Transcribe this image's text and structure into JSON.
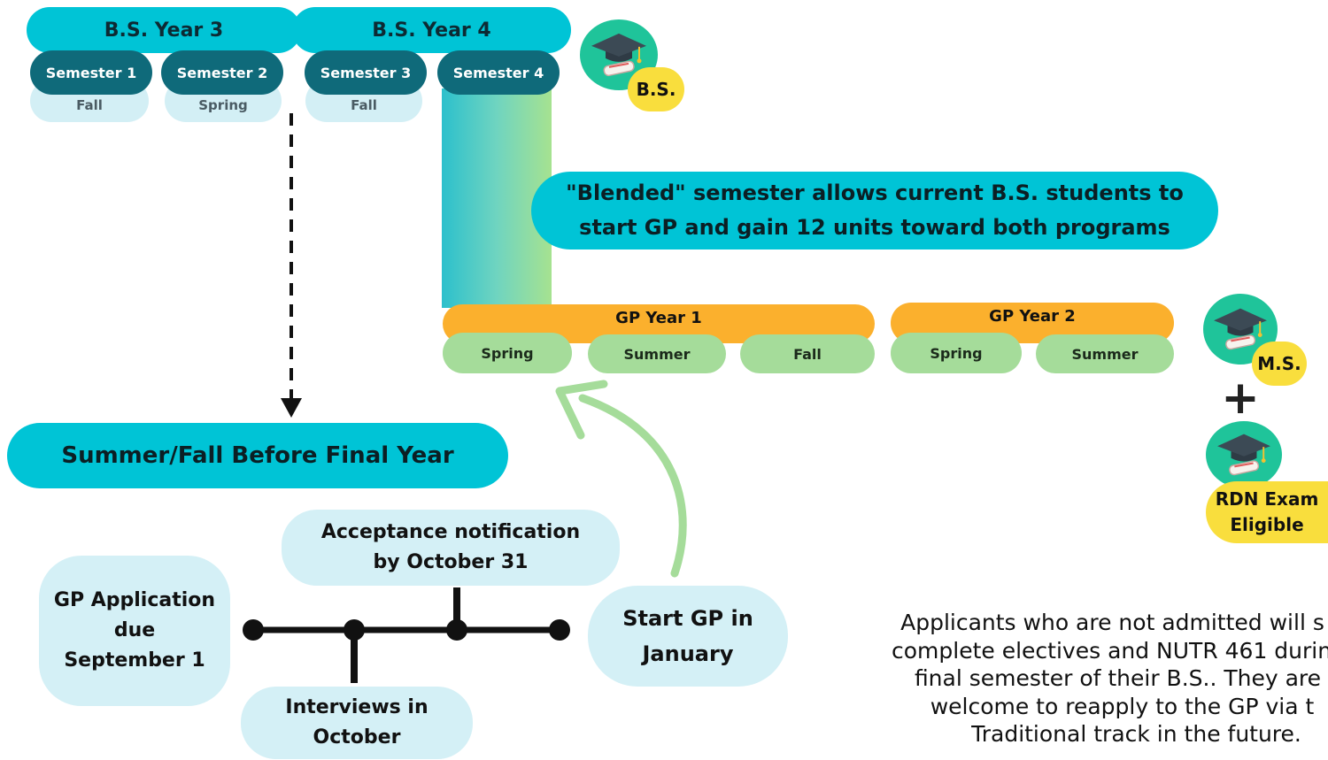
{
  "top": {
    "year3_label": "B.S. Year 3",
    "year4_label": "B.S. Year 4",
    "semesters": [
      {
        "label": "Semester 1",
        "term": "Fall"
      },
      {
        "label": "Semester 2",
        "term": "Spring"
      },
      {
        "label": "Semester 3",
        "term": "Fall"
      },
      {
        "label": "Semester 4",
        "term": ""
      }
    ],
    "bs_badge": "B.S."
  },
  "blended_note": "\"Blended\" semester allows current B.S. students to start GP and gain 12 units toward both programs",
  "gp": {
    "year1_label": "GP Year 1",
    "year2_label": "GP Year 2",
    "year1_terms": [
      "Spring",
      "Summer",
      "Fall"
    ],
    "year2_terms": [
      "Spring",
      "Summer"
    ]
  },
  "outcomes": {
    "ms_badge": "M.S.",
    "plus": "+",
    "rdn_badge_line1": "RDN Exam",
    "rdn_badge_line2": "Eligible"
  },
  "timeline": {
    "heading": "Summer/Fall Before Final Year",
    "application": [
      "GP Application",
      "due",
      "September 1"
    ],
    "acceptance": [
      "Acceptance notification",
      "by October 31"
    ],
    "interviews": [
      "Interviews in",
      "October"
    ],
    "start": [
      "Start GP in",
      "January"
    ]
  },
  "note": {
    "lines": [
      "Applicants who are not admitted will s",
      "complete electives and NUTR 461 durin",
      "final semester of their B.S.. They are",
      "welcome to reapply to the GP via t",
      "Traditional track in the future."
    ]
  },
  "colors": {
    "teal": "#00c4d6",
    "dark_teal": "#0f6a7a",
    "light_blue": "#d4f0f6",
    "orange": "#fbb02d",
    "green": "#a5dc9a",
    "yellow": "#f9de3d"
  }
}
